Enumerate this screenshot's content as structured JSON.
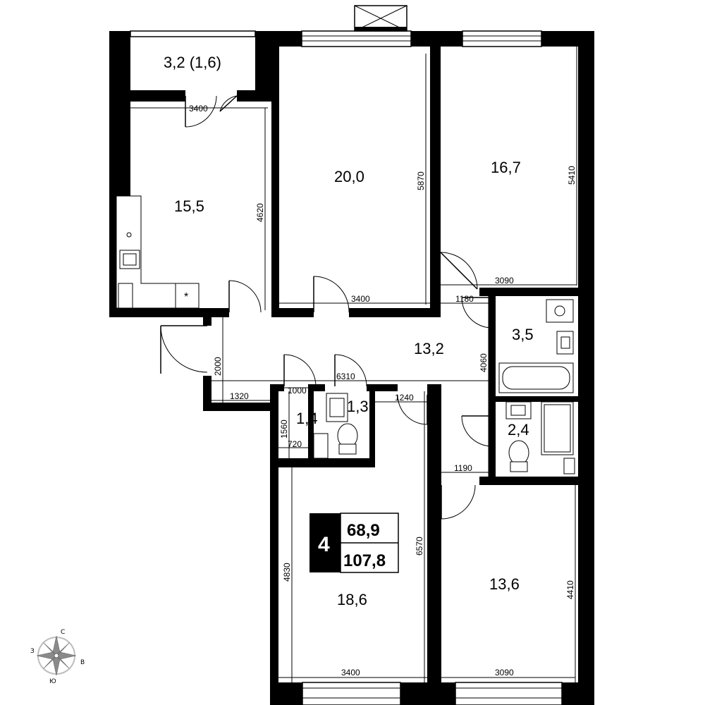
{
  "rooms": {
    "balcony": {
      "area": "3,2 (1,6)"
    },
    "kitchen": {
      "area": "15,5"
    },
    "bedroom_center": {
      "area": "20,0"
    },
    "bedroom_right": {
      "area": "16,7"
    },
    "hall": {
      "area": "13,2"
    },
    "bathroom_top": {
      "area": "3,5"
    },
    "bathroom_bottom": {
      "area": "2,4"
    },
    "storage": {
      "area": "1,4"
    },
    "wc": {
      "area": "1,3"
    },
    "living_room": {
      "area": "18,6"
    },
    "bedroom_bottom": {
      "area": "13,6"
    }
  },
  "dimensions": {
    "kitchen_width": "3400",
    "kitchen_depth": "4620",
    "center_depth": "5870",
    "center_width": "3400",
    "right_depth": "5410",
    "right_width": "3090",
    "hall_opening": "1180",
    "hall_length": "6310",
    "bath_depth": "4060",
    "entry_width": "2000",
    "entry_depth": "1320",
    "storage_width": "1000",
    "storage_depth": "1560",
    "storage_door": "720",
    "wc_opening": "1240",
    "bath2_opening": "1190",
    "living_depth_left": "4830",
    "living_depth_right": "6570",
    "living_width": "3400",
    "bottom_right_depth": "4410",
    "bottom_right_width": "3090"
  },
  "summary": {
    "rooms_count": "4",
    "living_area": "68,9",
    "total_area": "107,8"
  },
  "compass": {
    "north": "С",
    "west": "З",
    "east": "В",
    "south": "Ю"
  },
  "colors": {
    "wall": "#000000",
    "background": "#ffffff",
    "fixture_gray": "#d9d9d9",
    "compass": "#8a8a8a"
  }
}
